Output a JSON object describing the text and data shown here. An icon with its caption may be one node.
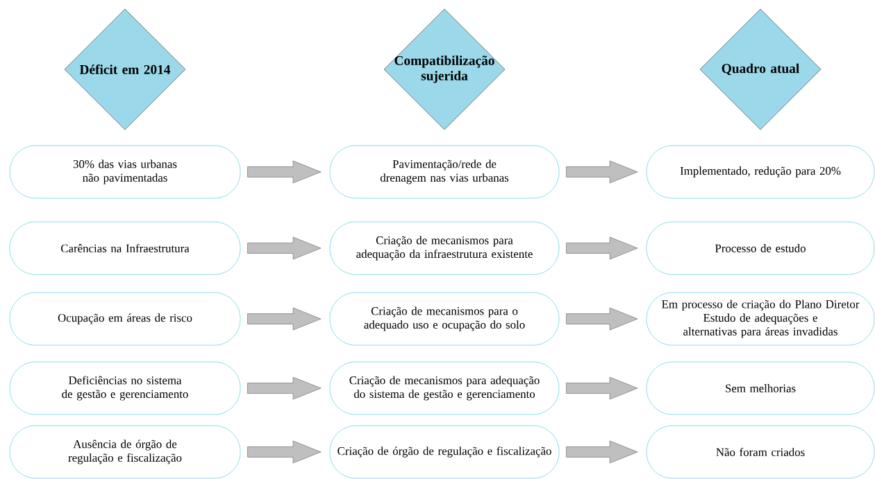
{
  "diagram": {
    "nodes": [
      {
        "text": [
          "Déficit em 2014"
        ]
      },
      {
        "text": [
          "Compatibilização sujerida"
        ]
      },
      {
        "text": [
          "Quadro atual"
        ]
      },
      {
        "text": [
          "30% das vias urbanas não pavimentadas"
        ]
      },
      {
        "text": [
          "Pavimentação/rede de drenagem nas vias urbanas"
        ]
      },
      {
        "text": [
          "Implementado, redução para 20%"
        ]
      },
      {
        "text": [
          "Carências na Infraestrutura"
        ]
      },
      {
        "text": [
          "Criação de mecanismos para adequação da infraestrutura existente"
        ]
      },
      {
        "text": [
          "Processo de estudo"
        ]
      },
      {
        "text": [
          "Ocupação em áreas de risco"
        ]
      },
      {
        "text": [
          "Criação de mecanismos para o adequado uso e ocupação do solo"
        ]
      },
      {
        "text": [
          "Em processo de criação do Plano Diretor",
          "Estudo de adequações e alternativas para áreas invadidas"
        ]
      },
      {
        "text": [
          "Deficiências no sistema de gestão e gerenciamento"
        ]
      },
      {
        "text": [
          "Criação de mecanismos para adequação do sistema de gestão e gerenciamento"
        ]
      },
      {
        "text": [
          "Sem melhorias"
        ]
      },
      {
        "text": [
          "Ausência de órgão de regulação e fiscalização"
        ]
      },
      {
        "text": [
          "Criação de órgão de regulação e fiscalização"
        ]
      },
      {
        "text": [
          "Não foram criados"
        ]
      }
    ],
    "edges": [
      {
        "from": 3,
        "to": 4,
        "arrow": "to"
      },
      {
        "from": 4,
        "to": 5,
        "arrow": "to"
      },
      {
        "from": 6,
        "to": 7,
        "arrow": "to"
      },
      {
        "from": 7,
        "to": 8,
        "arrow": "to"
      },
      {
        "from": 9,
        "to": 10,
        "arrow": "to"
      },
      {
        "from": 10,
        "to": 11,
        "arrow": "to"
      },
      {
        "from": 12,
        "to": 13,
        "arrow": "to"
      },
      {
        "from": 13,
        "to": 14,
        "arrow": "to"
      },
      {
        "from": 15,
        "to": 16,
        "arrow": "to"
      },
      {
        "from": 16,
        "to": 17,
        "arrow": "to"
      }
    ]
  }
}
